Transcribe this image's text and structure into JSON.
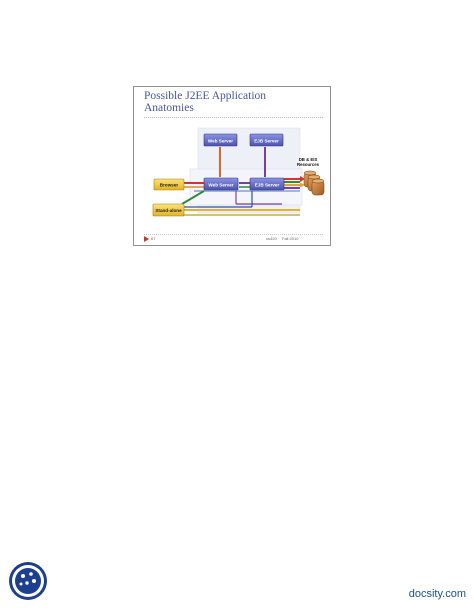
{
  "slide": {
    "title": "Possible J2EE Application\nAnatomies",
    "boxes": {
      "web_server_top": "Web Server",
      "ejb_server_top": "EJB Server",
      "browser": "Browser",
      "web_server_mid": "Web Server",
      "ejb_server_mid": "EJB Server",
      "standalone": "Stand-alone"
    },
    "db_label": "DB & EIS\nResources",
    "footer": {
      "page": "67",
      "course": "cs420",
      "term": "Fall 2010"
    }
  },
  "brand": "docsity.com",
  "colors": {
    "blue_box": "#5f67c7",
    "yellow_box": "#f0c83a",
    "db_brown": "#bd7738"
  }
}
